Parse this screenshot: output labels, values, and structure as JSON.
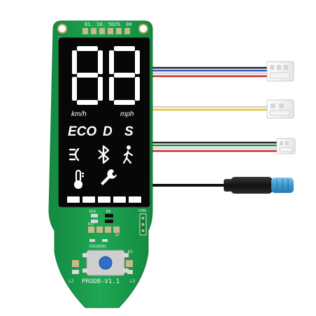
{
  "board": {
    "top_code": "01. 10. 5029. 00",
    "j1_label": "J1",
    "model_label": "PRODB-V1.1",
    "k1_label": "K1",
    "l2_label": "L2",
    "l3_label": "L3",
    "con_label": "CON1",
    "r16_label": "R16",
    "r17_label": "R17",
    "d8_label": "D8",
    "d7_label": "D7",
    "part_code": "R1E2038S"
  },
  "display": {
    "digits": "88",
    "unit_left": "km/h",
    "unit_right": "mph",
    "mode_eco": "ECO",
    "mode_d": "D",
    "mode_s": "S",
    "icons": [
      "headlight-icon",
      "bluetooth-icon",
      "pedestrian-icon",
      "thermometer-icon",
      "wrench-icon"
    ],
    "battery_segments": 5
  },
  "wires": {
    "connector1_colors": [
      "#222222",
      "#2d56c9",
      "#d8d8d8",
      "#c42a2a"
    ],
    "connector2_colors": [
      "#d9d9d9",
      "#e8c51e"
    ],
    "connector3_colors": [
      "#222222",
      "#1f8a3a",
      "#d8d8d8",
      "#c42a2a"
    ],
    "plug_color": "#4aa3d8"
  },
  "colors": {
    "pcb": "#1a9a4c",
    "lcd": "#0a0a0a",
    "segment": "#ffffff",
    "button_cap": "#2f6fc4"
  }
}
